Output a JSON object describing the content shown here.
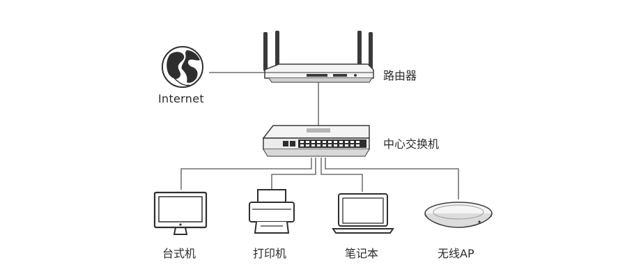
{
  "labels": {
    "internet": "Internet",
    "router": "路由器",
    "switch": "中心交换机",
    "desktop": "台式机",
    "printer": "打印机",
    "laptop": "笔记本",
    "wireless_ap": "无线AP"
  },
  "icons": [
    "globe-icon",
    "router-icon",
    "switch-icon",
    "desktop-icon",
    "printer-icon",
    "laptop-icon",
    "wireless-ap-icon"
  ],
  "colors": {
    "stroke": "#3a3a3a",
    "line": "#555555",
    "fill_light": "#f4f4f4",
    "fill_dark": "#2e2e2e"
  }
}
